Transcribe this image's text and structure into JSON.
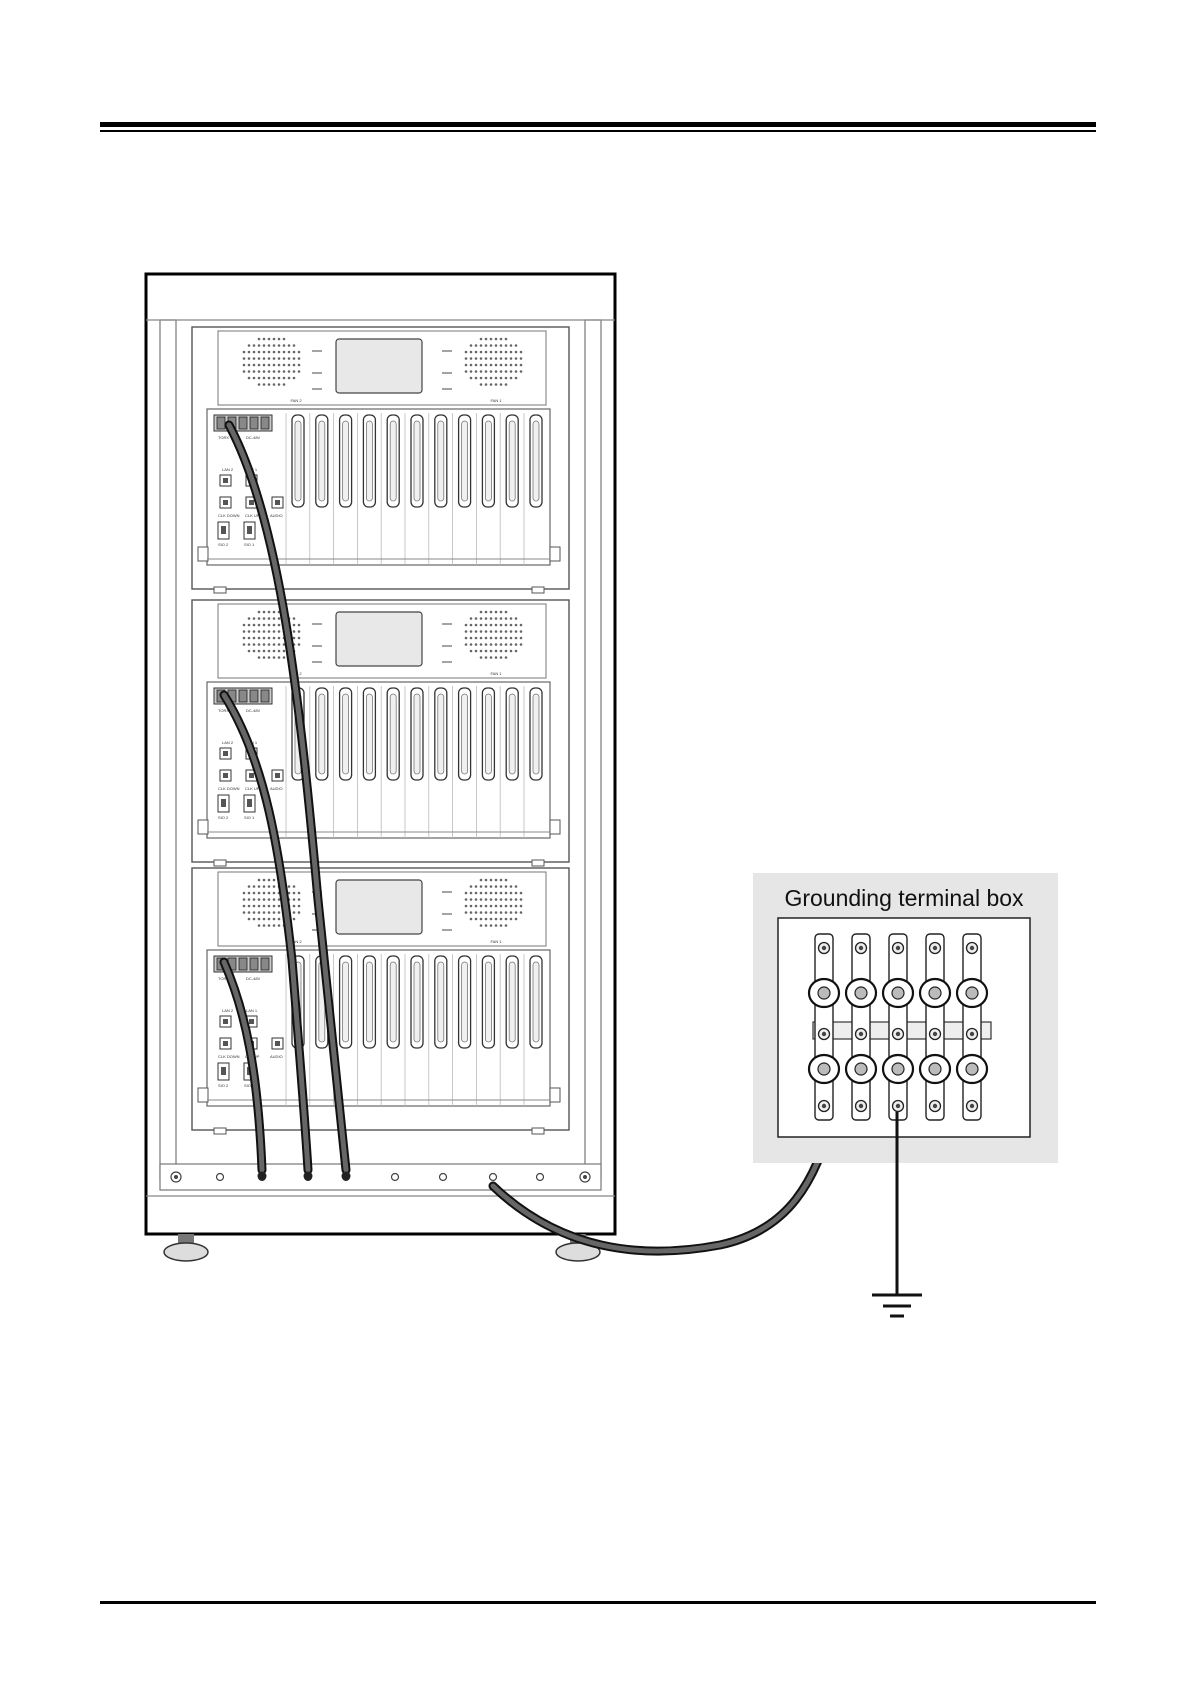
{
  "figure": {
    "grounding_box_label": "Grounding terminal box",
    "shelves": [
      {
        "fan_left": "FAN 2",
        "fan_right": "FAN 1"
      },
      {
        "fan_left": "FAN 2",
        "fan_right": "FAN 1"
      },
      {
        "fan_left": "FAN 2",
        "fan_right": "FAN 1"
      }
    ],
    "port_labels": {
      "power_a": "TORX",
      "power_b": "DC-48V",
      "lan_2": "LAN 2",
      "lan_1": "LAN 1",
      "clk_down": "CLK DOWN",
      "clk_up": "CLK UP",
      "audio": "AUDIO",
      "sio_2": "SIO 2",
      "sio_1": "SIO 1"
    },
    "terminal_count": 5,
    "cable_color": "#3a3a3a",
    "line_color": "#222222"
  }
}
